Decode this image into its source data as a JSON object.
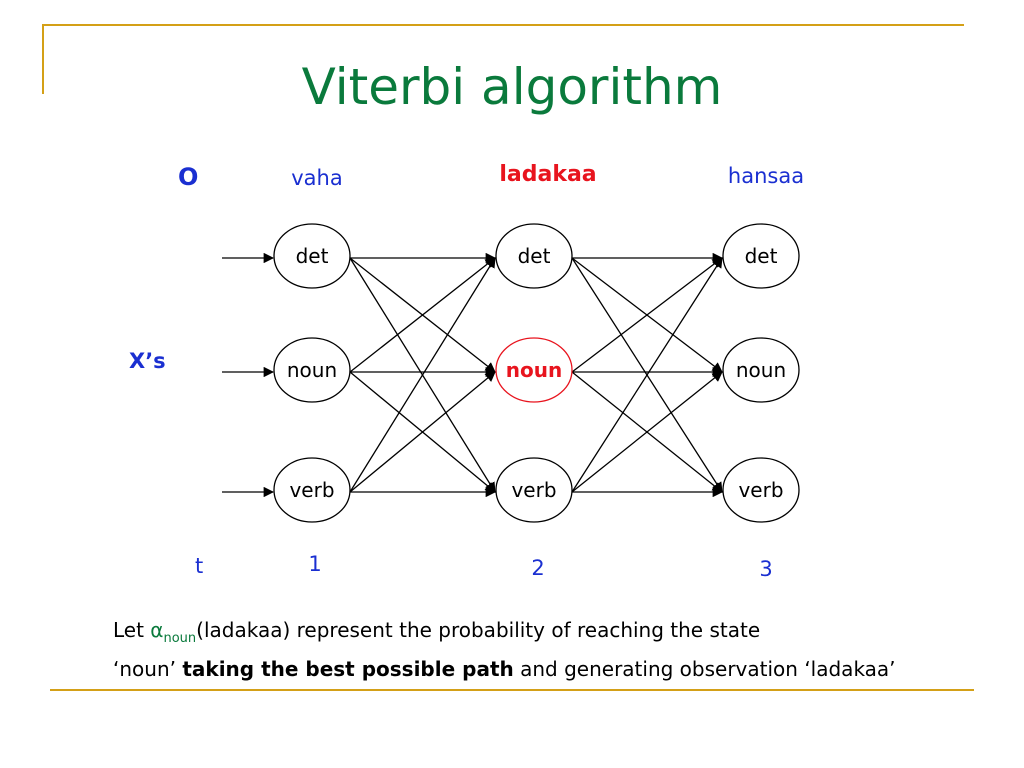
{
  "slide": {
    "title": "Viterbi algorithm"
  },
  "labels": {
    "observation": "O",
    "states": "X’s",
    "time": "t"
  },
  "diagram": {
    "columns": [
      {
        "observation": "vaha",
        "time": "1"
      },
      {
        "observation": "ladakaa",
        "time": "2"
      },
      {
        "observation": "hansaa",
        "time": "3"
      }
    ],
    "states": [
      "det",
      "noun",
      "verb"
    ],
    "highlight": {
      "column": 1,
      "state": 1
    },
    "colors": {
      "highlight": "#e8141e",
      "label": "#1a2fd1",
      "title": "#0a7a3c",
      "accent": "#d4a017"
    }
  },
  "caption": {
    "part1": "Let ",
    "alpha": "α",
    "alpha_sub": "noun",
    "part2": "(ladakaa) represent the probability of reaching the state",
    "part3": "‘noun’ ",
    "bold": "taking the best possible path",
    "part4": " and generating observation ‘ladakaa’"
  }
}
